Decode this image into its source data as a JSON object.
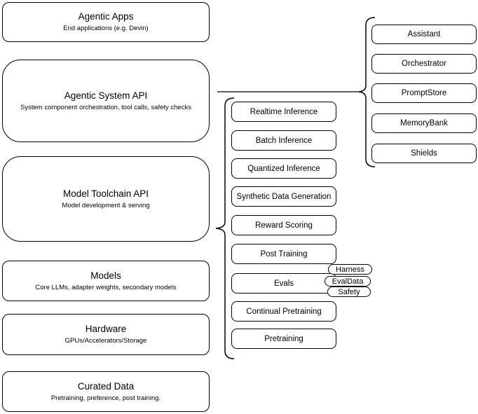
{
  "diagram": {
    "left_stack": [
      {
        "title": "Agentic Apps",
        "subtitle": "End applications (e.g. Devin)"
      },
      {
        "title": "Agentic System API",
        "subtitle": "System component orchestration, tool calls, safety checks"
      },
      {
        "title": "Model Toolchain API",
        "subtitle": "Model development & serving"
      },
      {
        "title": "Models",
        "subtitle": "Core LLMs, adapter weights, secondary models"
      },
      {
        "title": "Hardware",
        "subtitle": "GPUs/Accelerators/Storage"
      },
      {
        "title": "Curated Data",
        "subtitle": "Pretraining, preference, post training."
      }
    ],
    "toolchain_group": {
      "items": [
        "Realtime Inference",
        "Batch Inference",
        "Quantized Inference",
        "Synthetic Data Generation",
        "Reward Scoring",
        "Post Training",
        "Evals",
        "Continual Pretraining",
        "Pretraining"
      ],
      "evals_tags": [
        "Harness",
        "EvalData",
        "Safety"
      ]
    },
    "system_group": {
      "items": [
        "Assistant",
        "Orchestrator",
        "PromptStore",
        "MemoryBank",
        "Shields"
      ]
    },
    "colors": {
      "border": "#000000",
      "fill": "#ffffff",
      "background": "#ffffff",
      "text": "#000000"
    }
  }
}
